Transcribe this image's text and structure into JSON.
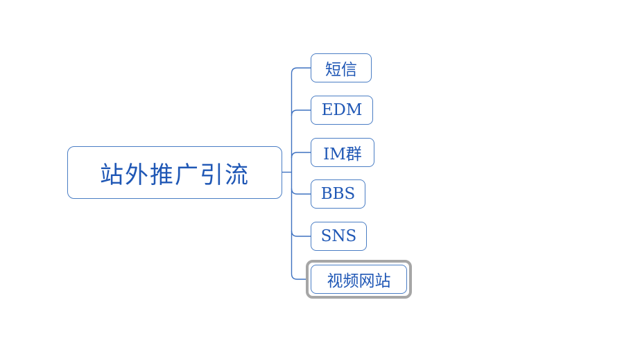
{
  "diagram": {
    "type": "mindmap",
    "root": {
      "label": "站外推广引流"
    },
    "children": [
      {
        "label": "短信",
        "selected": false
      },
      {
        "label": "EDM",
        "selected": false
      },
      {
        "label": "IM群",
        "selected": false
      },
      {
        "label": "BBS",
        "selected": false
      },
      {
        "label": "SNS",
        "selected": false
      },
      {
        "label": "视频网站",
        "selected": true
      }
    ],
    "colors": {
      "background": "#ffffff",
      "node_border": "#4a7dc4",
      "node_text": "#1f57b5",
      "connector": "#3f72c1",
      "selection_border": "#a6a6a6"
    }
  }
}
